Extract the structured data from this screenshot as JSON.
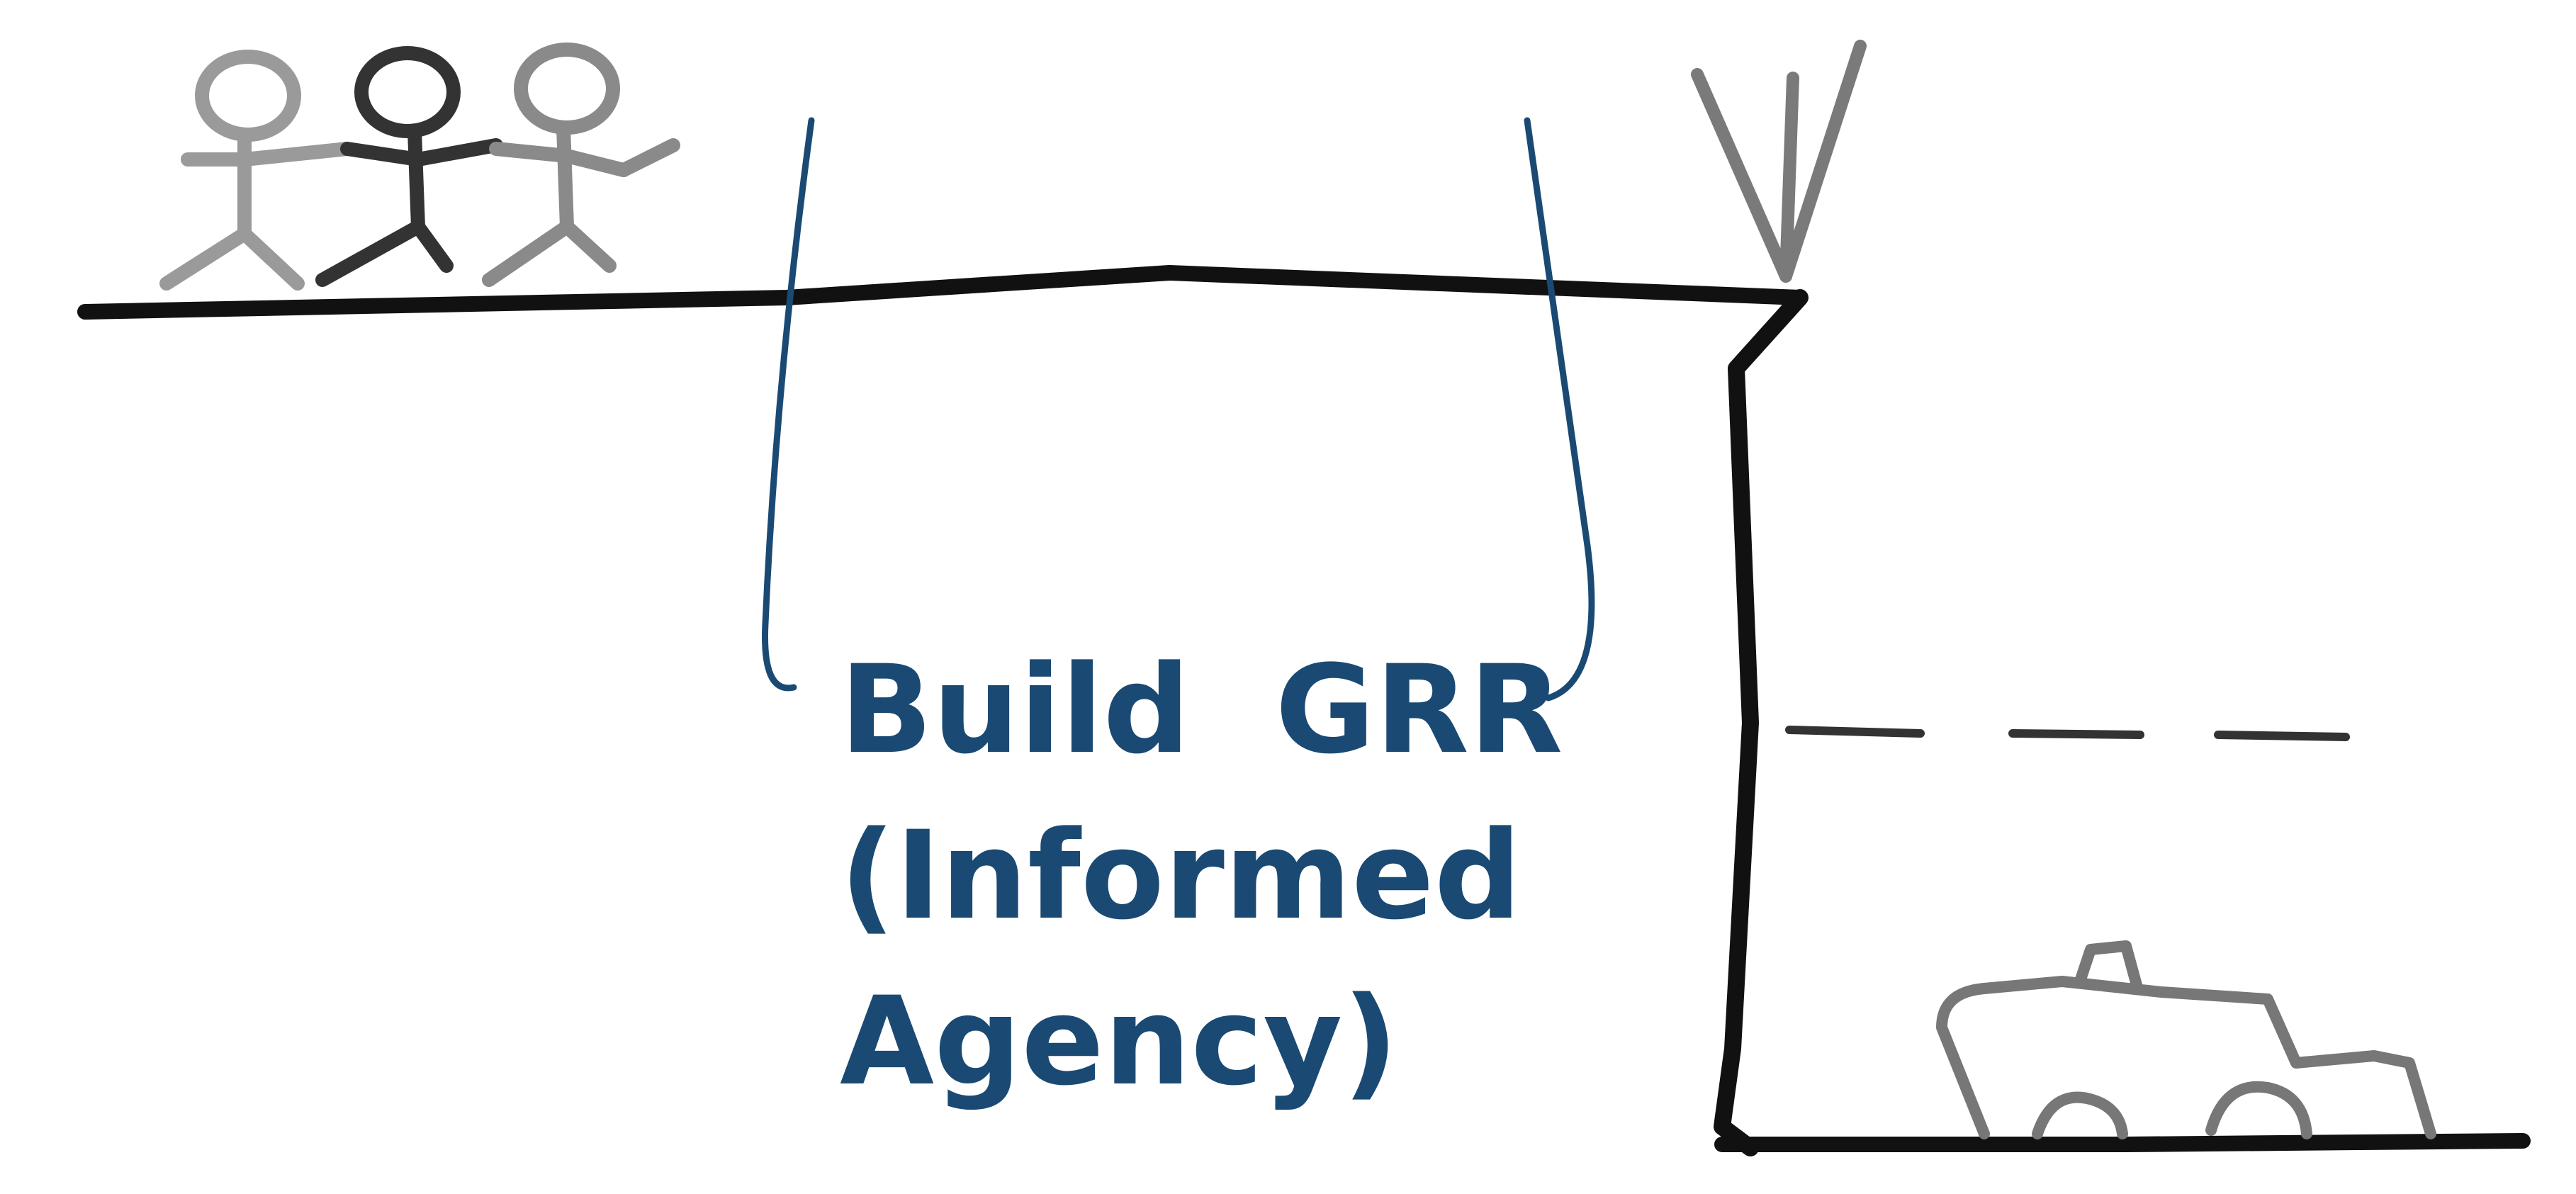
{
  "diagram": {
    "label": {
      "line1": "Build  GRR",
      "line2": "(Informed",
      "line3": "Agency)"
    },
    "colors": {
      "text": "#1a4a73",
      "bracket": "#1a4a73",
      "ground": "#111111",
      "figure_light": "#9a9a9a",
      "figure_mid": "#888888",
      "figure_dark": "#333333",
      "sign": "#7a7a7a",
      "car": "#777777"
    }
  }
}
